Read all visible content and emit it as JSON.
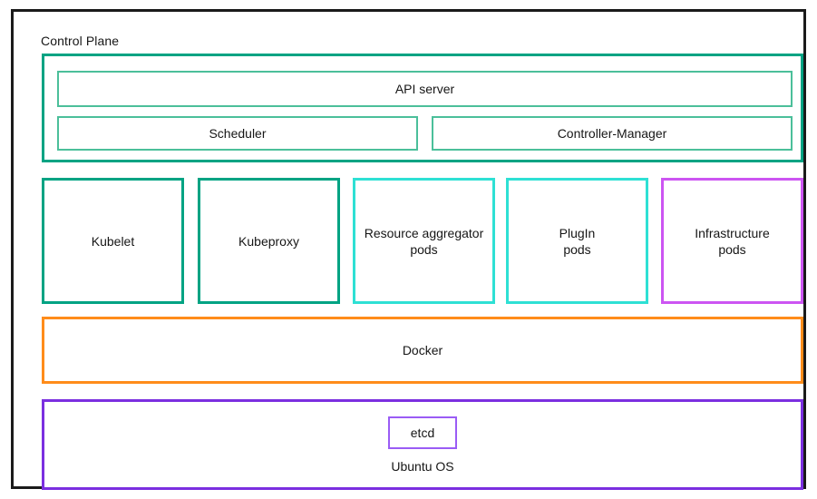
{
  "diagram": {
    "node": {
      "title": "Control Plane",
      "frame_color": "#1a1a1a"
    },
    "control_plane_group": {
      "accent_color": "#00A383",
      "inner_border_color": "#4BBF9A",
      "boxes": [
        {
          "label": "API server",
          "name": "api-server"
        },
        {
          "label": "Scheduler",
          "name": "scheduler"
        },
        {
          "label": "Controller-Manager",
          "name": "controller-manager"
        }
      ]
    },
    "components": [
      {
        "label": "Kubelet",
        "color": "#00A383"
      },
      {
        "label": "Kubeproxy",
        "color": "#00A383"
      },
      {
        "label": "Resource aggregator\npods",
        "line1": "Resource aggregator",
        "line2": "pods",
        "color": "#2EE0D4"
      },
      {
        "label": "PlugIn\npods",
        "line1": "PlugIn",
        "line2": "pods",
        "color": "#2EE0D4"
      },
      {
        "label": "Infrastructure\npods",
        "line1": "Infrastructure",
        "line2": "pods",
        "color": "#CC55F2"
      }
    ],
    "runtime_layer": {
      "label": "Docker",
      "color": "#FF8C1A"
    },
    "os_layer": {
      "label": "Ubuntu OS",
      "color": "#7B2FE0",
      "datastore": {
        "label": "etcd",
        "color": "#9A5CF5"
      }
    }
  }
}
